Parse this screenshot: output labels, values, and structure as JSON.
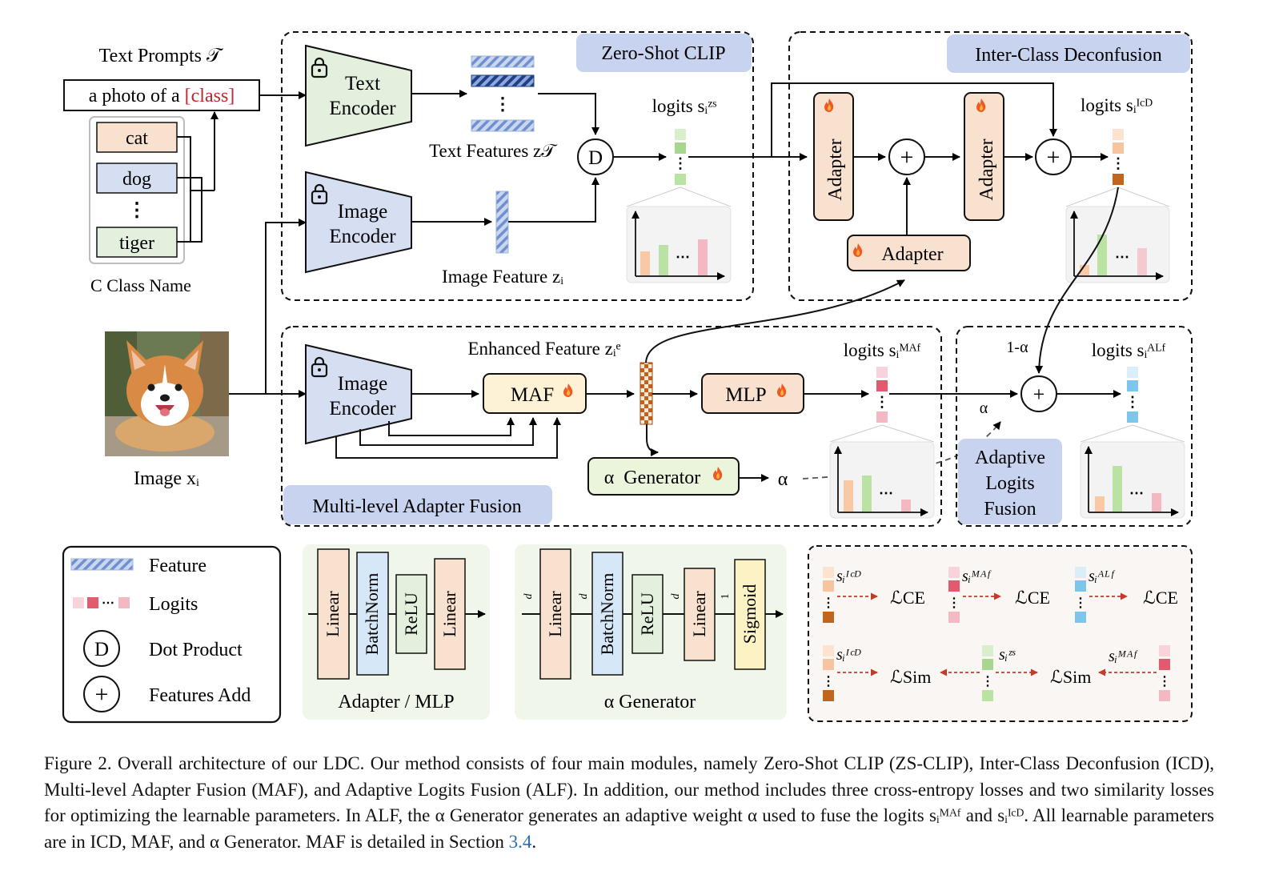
{
  "figure": {
    "text_prompts_label": "Text Prompts 𝒯",
    "prompt_prefix": "a photo of a ",
    "prompt_class": "[class]",
    "class_names": [
      "cat",
      "dog",
      "⋮",
      "tiger"
    ],
    "class_box_label": "C Class Name",
    "image_label": "Image xᵢ",
    "zero_shot": {
      "title": "Zero-Shot CLIP",
      "text_encoder": [
        "Text",
        "Encoder"
      ],
      "image_encoder": [
        "Image",
        "Encoder"
      ],
      "text_features_label": "Text Features z𝒯",
      "image_feature_label": "Image Feature zᵢ",
      "dot_symbol": "D",
      "logits_label": "logits sᵢᶻˢ",
      "ellipsis": "⋯"
    },
    "icd": {
      "title": "Inter-Class Deconfusion",
      "adapter_label": "Adapter",
      "logits_label": "logits sᵢᴵᶜᴰ"
    },
    "maf": {
      "title": "Multi-level Adapter Fusion",
      "image_encoder": [
        "Image",
        "Encoder"
      ],
      "enhanced_feature_label": "Enhanced Feature zᵢᵉ",
      "maf_label": "MAF",
      "mlp_label": "MLP",
      "alpha_generator_label": "α  Generator",
      "alpha": "α",
      "logits_label": "logits sᵢᴹᴬᶠ"
    },
    "alf": {
      "title_lines": [
        "Adaptive",
        "Logits",
        "Fusion"
      ],
      "one_minus_alpha": "1-α",
      "alpha": "α",
      "logits_label": "logits sᵢᴬᴸᶠ"
    },
    "legend": {
      "items": [
        "Feature",
        "Logits",
        "Dot Product",
        "Features Add"
      ],
      "dot_symbol": "D",
      "plus_symbol": "+"
    },
    "adapter_mlp_block": {
      "layers": [
        "Linear",
        "BatchNorm",
        "ReLU",
        "Linear"
      ],
      "title": "Adapter / MLP"
    },
    "alpha_generator_block": {
      "layers": [
        "Linear",
        "BatchNorm",
        "ReLU",
        "Linear",
        "Sigmoid"
      ],
      "dims": [
        "d",
        "d",
        "d",
        "1"
      ],
      "title": "α Generator"
    },
    "loss_block": {
      "ce_row": [
        {
          "symbol": "sᵢᴵᶜᴰ",
          "loss": "ℒCE"
        },
        {
          "symbol": "sᵢᴹᴬᶠ",
          "loss": "ℒCE"
        },
        {
          "symbol": "sᵢᴬᴸᶠ",
          "loss": "ℒCE"
        }
      ],
      "sim_row": [
        {
          "symbol": "sᵢᴵᶜᴰ"
        },
        {
          "loss": "ℒSim"
        },
        {
          "symbol": "sᵢᶻˢ"
        },
        {
          "loss": "ℒSim"
        },
        {
          "symbol": "sᵢᴹᴬᶠ"
        }
      ]
    },
    "colors": {
      "text_encoder": "#e4f0de",
      "image_encoder": "#d6dff2",
      "adapter": "#f9e1cf",
      "maf": "#fdf2d5",
      "alpha_gen": "#eaf5dc",
      "module_tag": "#c7d3ef",
      "icd_logit": "#c0661c",
      "maf_logit": "#e35a6e",
      "zs_logit": "#a8d68f",
      "alf_logit": "#7cc6ec"
    }
  },
  "caption": {
    "text": "Figure 2.  Overall architecture of our LDC. Our method consists of four main modules, namely Zero-Shot CLIP (ZS-CLIP), Inter-Class Deconfusion (ICD), Multi-level Adapter Fusion (MAF), and Adaptive Logits Fusion (ALF). In addition, our method includes three cross-entropy losses and two similarity losses for optimizing the learnable parameters. In ALF, the α Generator generates an adaptive weight α used to fuse the logits sᵢᴹᴬᶠ and sᵢᴵᶜᴰ. All learnable parameters are in ICD, MAF, and α Generator. MAF is detailed in Section ",
    "section_ref": "3.4",
    "end": "."
  }
}
